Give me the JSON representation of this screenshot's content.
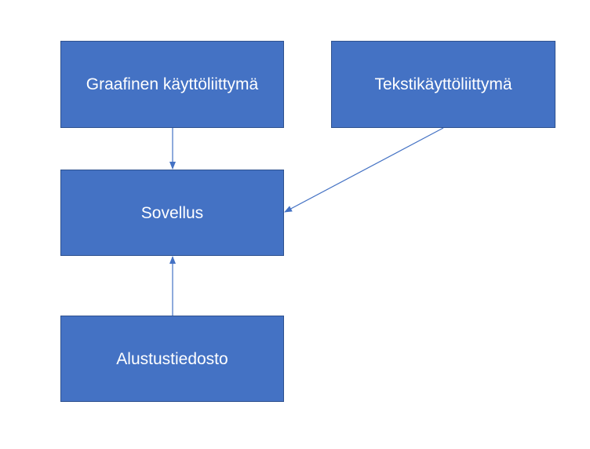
{
  "nodes": {
    "graphical_ui": {
      "label": "Graafinen käyttöliittymä"
    },
    "text_ui": {
      "label": "Tekstikäyttöliittymä"
    },
    "application": {
      "label": "Sovellus"
    },
    "init_file": {
      "label": "Alustustiedosto"
    }
  },
  "edges": [
    {
      "from": "Graafinen käyttöliittymä",
      "to": "Sovellus"
    },
    {
      "from": "Tekstikäyttöliittymä",
      "to": "Sovellus"
    },
    {
      "from": "Alustustiedosto",
      "to": "Sovellus"
    }
  ],
  "colors": {
    "node_fill": "#4472c4",
    "node_border": "#2f528f",
    "node_text": "#ffffff",
    "connector": "#4472c4"
  }
}
